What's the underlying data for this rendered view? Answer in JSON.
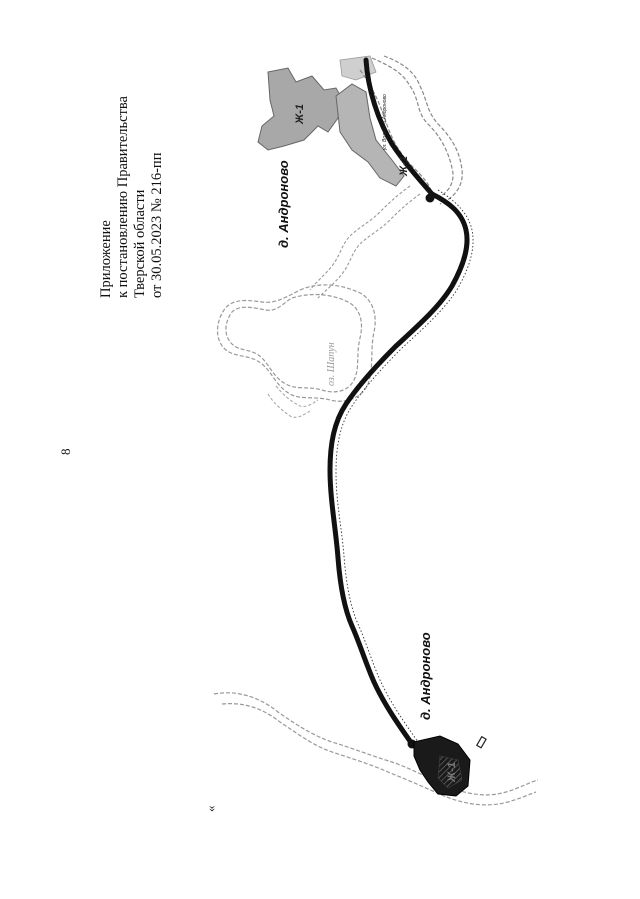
{
  "page": {
    "number": "8",
    "quote_mark": "«"
  },
  "header": {
    "lines": [
      "Приложение",
      "к постановлению Правительства",
      "Тверской области",
      "от 30.05.2023 № 216-пп"
    ]
  },
  "map": {
    "villages": [
      {
        "label": "д. Андроново"
      },
      {
        "label": "д. Андроново"
      }
    ],
    "lake_label": "оз. Шапун",
    "zone_labels": [
      "Ж-1",
      "Ж-1",
      "Ж-1"
    ],
    "road_label": "ул. Волки - д.Андроново"
  }
}
